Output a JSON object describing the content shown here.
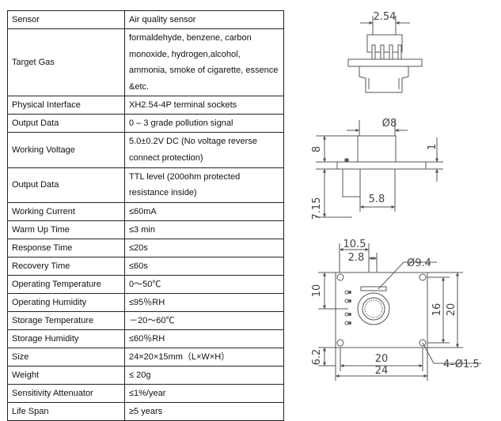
{
  "spec_table": {
    "rows": [
      {
        "label": "Sensor",
        "value": "Air quality sensor"
      },
      {
        "label": "Target Gas",
        "value": "formaldehyde, benzene, carbon monoxide, hydrogen,alcohol, ammonia, smoke of cigarette, essence &etc."
      },
      {
        "label": "Physical Interface",
        "value": "XH2.54-4P terminal sockets"
      },
      {
        "label": "Output Data",
        "value": "0 – 3 grade pollution signal"
      },
      {
        "label": "Working Voltage",
        "value": "5.0±0.2V DC (No voltage reverse connect protection)"
      },
      {
        "label": "Output Data",
        "value": "TTL level (200ohm protected resistance inside)"
      },
      {
        "label": "Working Current",
        "value": "≤60mA"
      },
      {
        "label": "Warm Up Time",
        "value": "≤3 min"
      },
      {
        "label": "Response Time",
        "value": "≤20s"
      },
      {
        "label": "Recovery Time",
        "value": "≤60s"
      },
      {
        "label": "Operating Temperature",
        "value": "0～50℃"
      },
      {
        "label": "Operating Humidity",
        "value": "≤95％RH"
      },
      {
        "label": "Storage Temperature",
        "value": "－20～60℃"
      },
      {
        "label": "Storage Humidity",
        "value": "≤60％RH"
      },
      {
        "label": "Size",
        "value": "24×20×15mm（L×W×H）"
      },
      {
        "label": "Weight",
        "value": "≤ 20g"
      },
      {
        "label": "Sensitivity Attenuator",
        "value": "≤1%/year"
      },
      {
        "label": "Life Span",
        "value": "≥5 years"
      }
    ]
  },
  "drawing": {
    "front_view": {
      "pitch": "2.54"
    },
    "side_view": {
      "diameter": "Ø8",
      "height": "8",
      "thickness": "1",
      "offset": "5.8",
      "pin_length": "7.15"
    },
    "top_view": {
      "width_10_5": "10.5",
      "width_2_8": "2.8",
      "sensor_diameter": "Ø9.4",
      "height_10": "10",
      "height_16": "16",
      "height_20": "20",
      "offset_6_2": "6.2",
      "width_20": "20",
      "width_24": "24",
      "holes": "4–Ø1.5"
    }
  }
}
